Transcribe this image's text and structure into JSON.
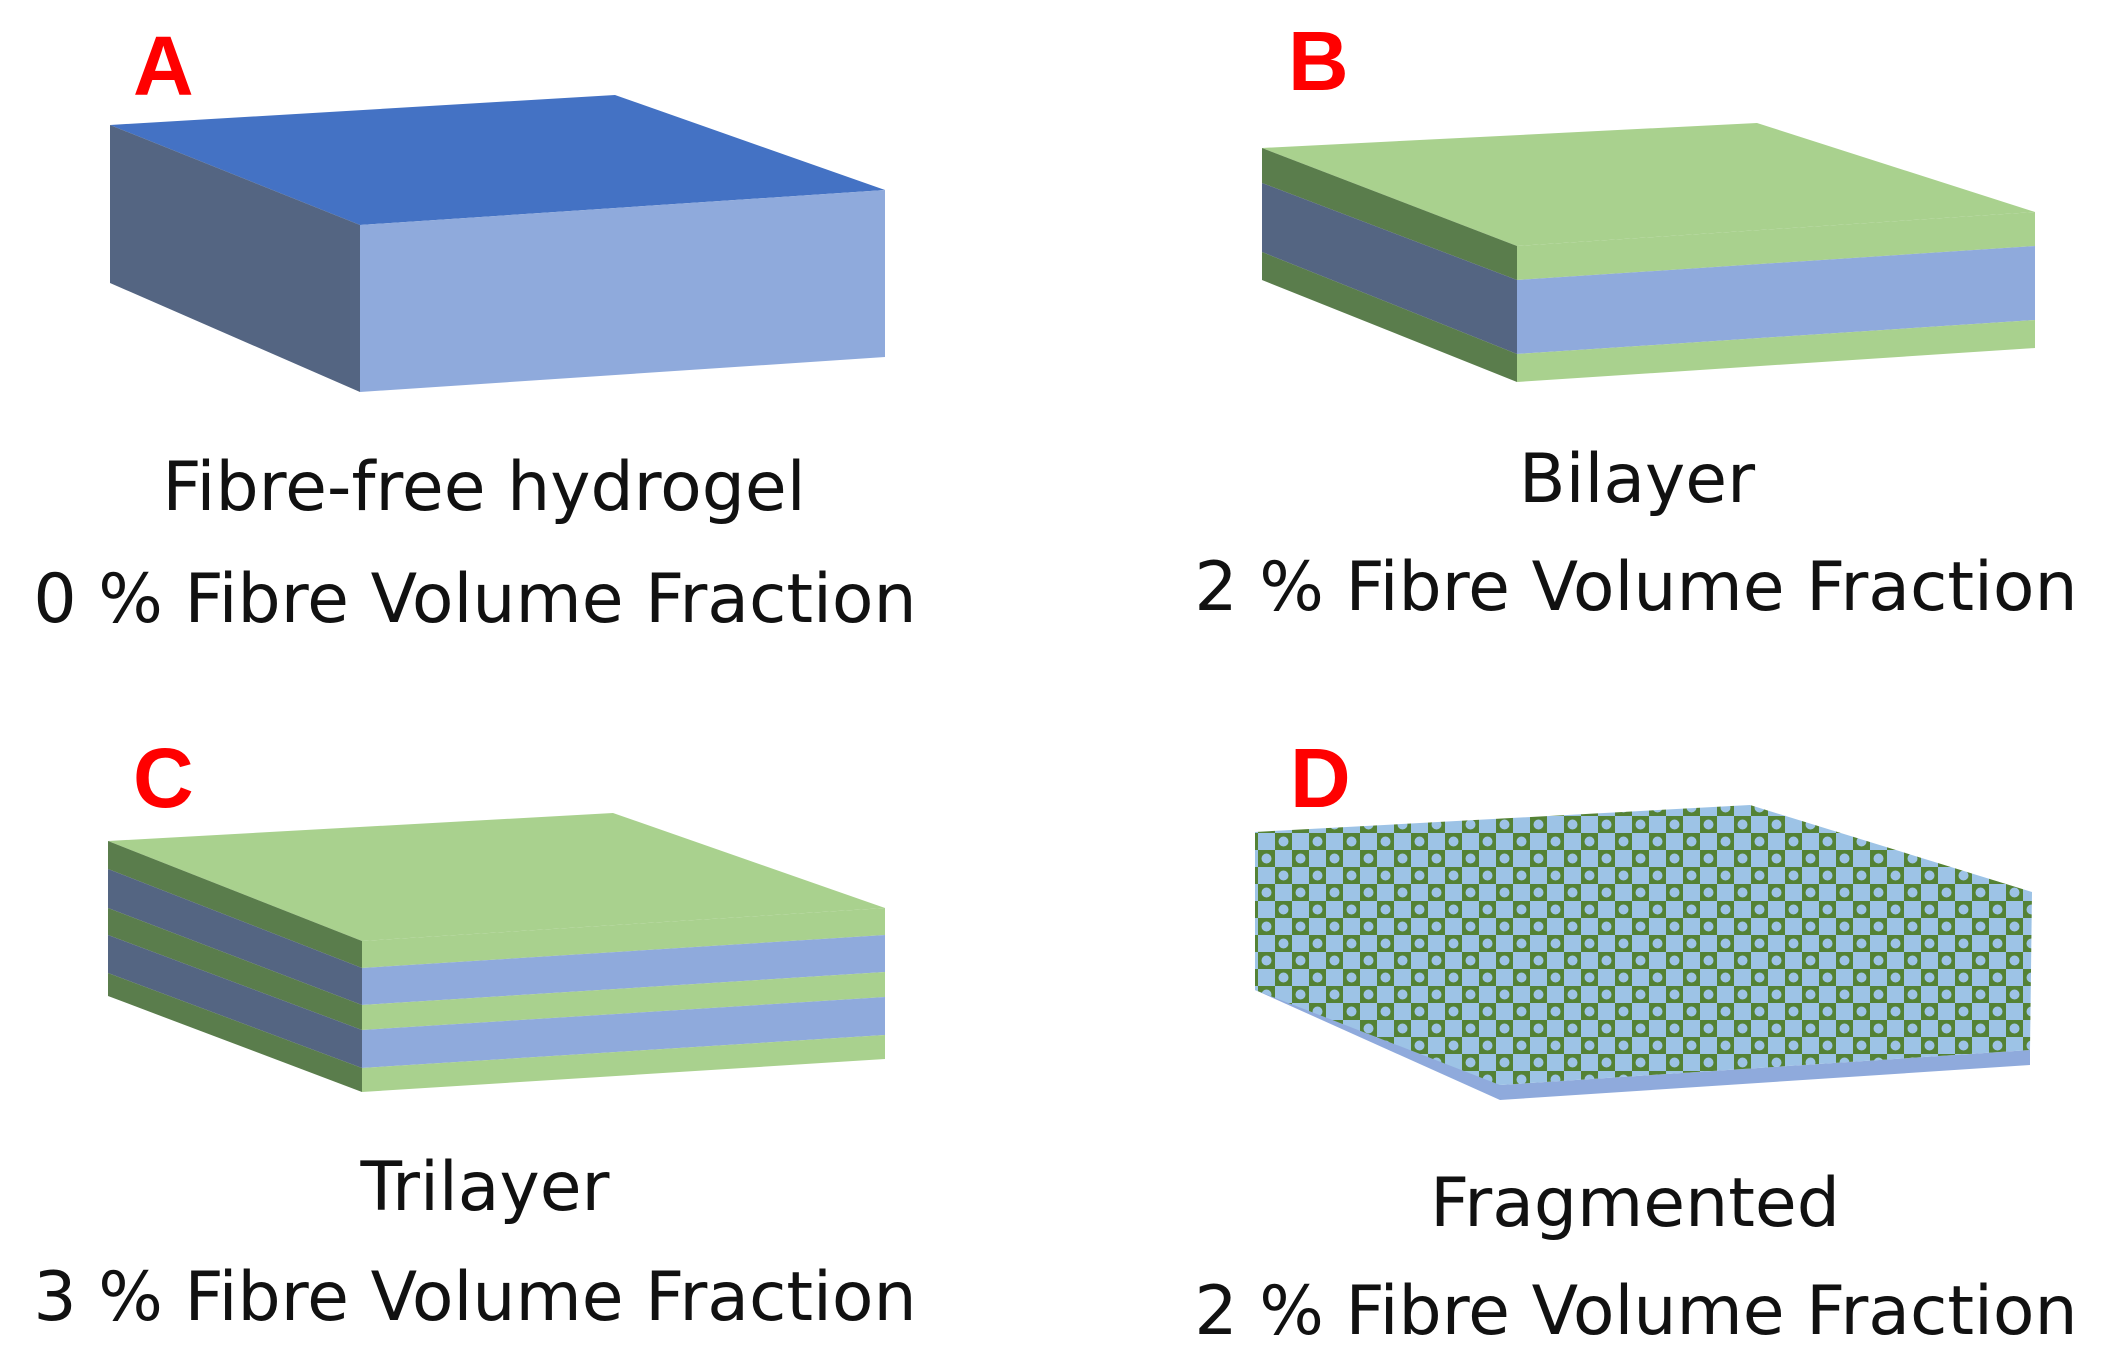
{
  "panels": [
    {
      "letter": "A",
      "title": "Fibre-free hydrogel",
      "fraction": "0 % Fibre Volume Fraction"
    },
    {
      "letter": "B",
      "title": "Bilayer",
      "fraction": "2 % Fibre Volume Fraction"
    },
    {
      "letter": "C",
      "title": "Trilayer",
      "fraction": "3 % Fibre Volume Fraction"
    },
    {
      "letter": "D",
      "title": "Fragmented",
      "fraction": "2 % Fibre Volume Fraction"
    }
  ],
  "colors": {
    "label_red": "#ff0000",
    "hydrogel_top": "#4472c4",
    "hydrogel_front": "#8faadc",
    "hydrogel_side": "#546582",
    "fibre_top": "#a9d18e",
    "fibre_front": "#a9d18e",
    "fibre_side": "#5a7d4c",
    "fragment_green": "#548235",
    "fragment_blue": "#9dc3e6"
  }
}
